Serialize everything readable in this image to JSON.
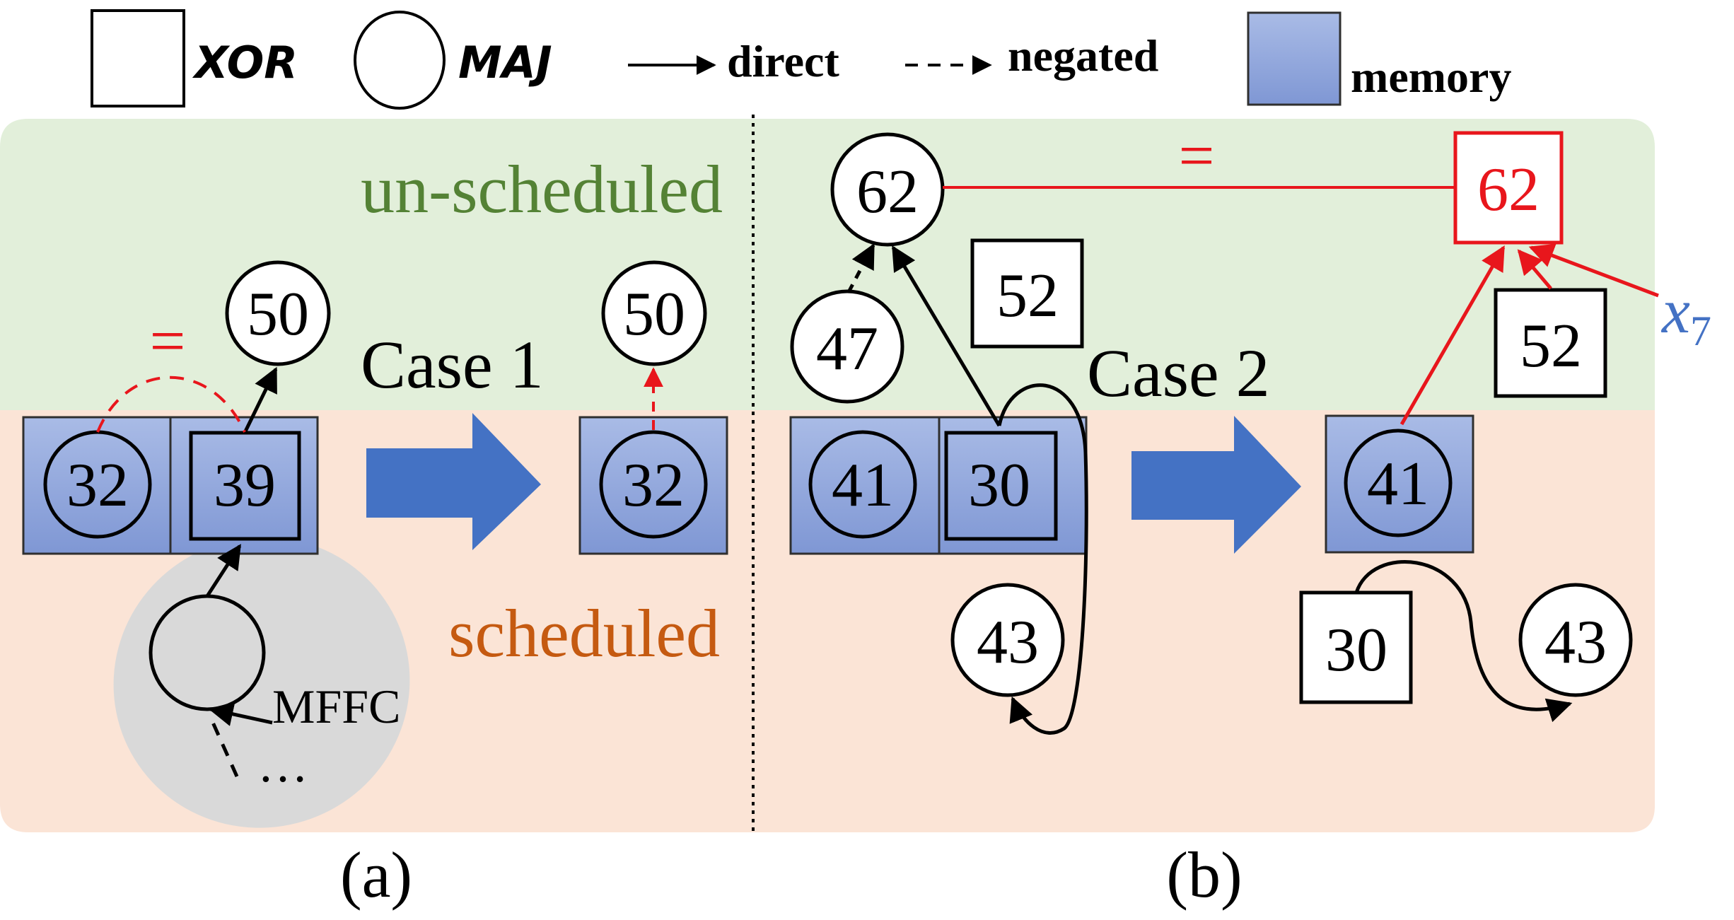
{
  "legend": {
    "xor": "XOR",
    "maj": "MAJ",
    "direct": "direct",
    "negated": "negated",
    "memory": "memory"
  },
  "regions": {
    "unscheduled": "un-scheduled",
    "scheduled": "scheduled"
  },
  "panel_a": {
    "caption": "(a)",
    "case_label": "Case 1",
    "equal_sign": "=",
    "mem_left": "32",
    "mem_right": "39",
    "top_node": "50",
    "mffc_label": "MFFC",
    "ellipsis": "…",
    "result_top": "50",
    "result_mem": "32"
  },
  "panel_b": {
    "caption": "(b)",
    "case_label": "Case 2",
    "equal_sign": "=",
    "node_62_maj": "62",
    "node_62_xor": "62",
    "node_47": "47",
    "node_52_left": "52",
    "node_52_right": "52",
    "mem_left": "41",
    "mem_right": "30",
    "node_43_left": "43",
    "result_mem": "41",
    "node_30": "30",
    "node_43_right": "43",
    "x_var": "x",
    "x_sub": "7"
  },
  "colors": {
    "unscheduled_bg": "#e2efda",
    "scheduled_bg": "#fbe4d6",
    "memory_fill": "#8fa6dc",
    "arrow_fill": "#4472c4",
    "red": "#e8161c",
    "green_text": "#548235",
    "orange_text": "#c55a11",
    "blue_text": "#4472c4",
    "mffc_fill": "#d9d9d9"
  }
}
